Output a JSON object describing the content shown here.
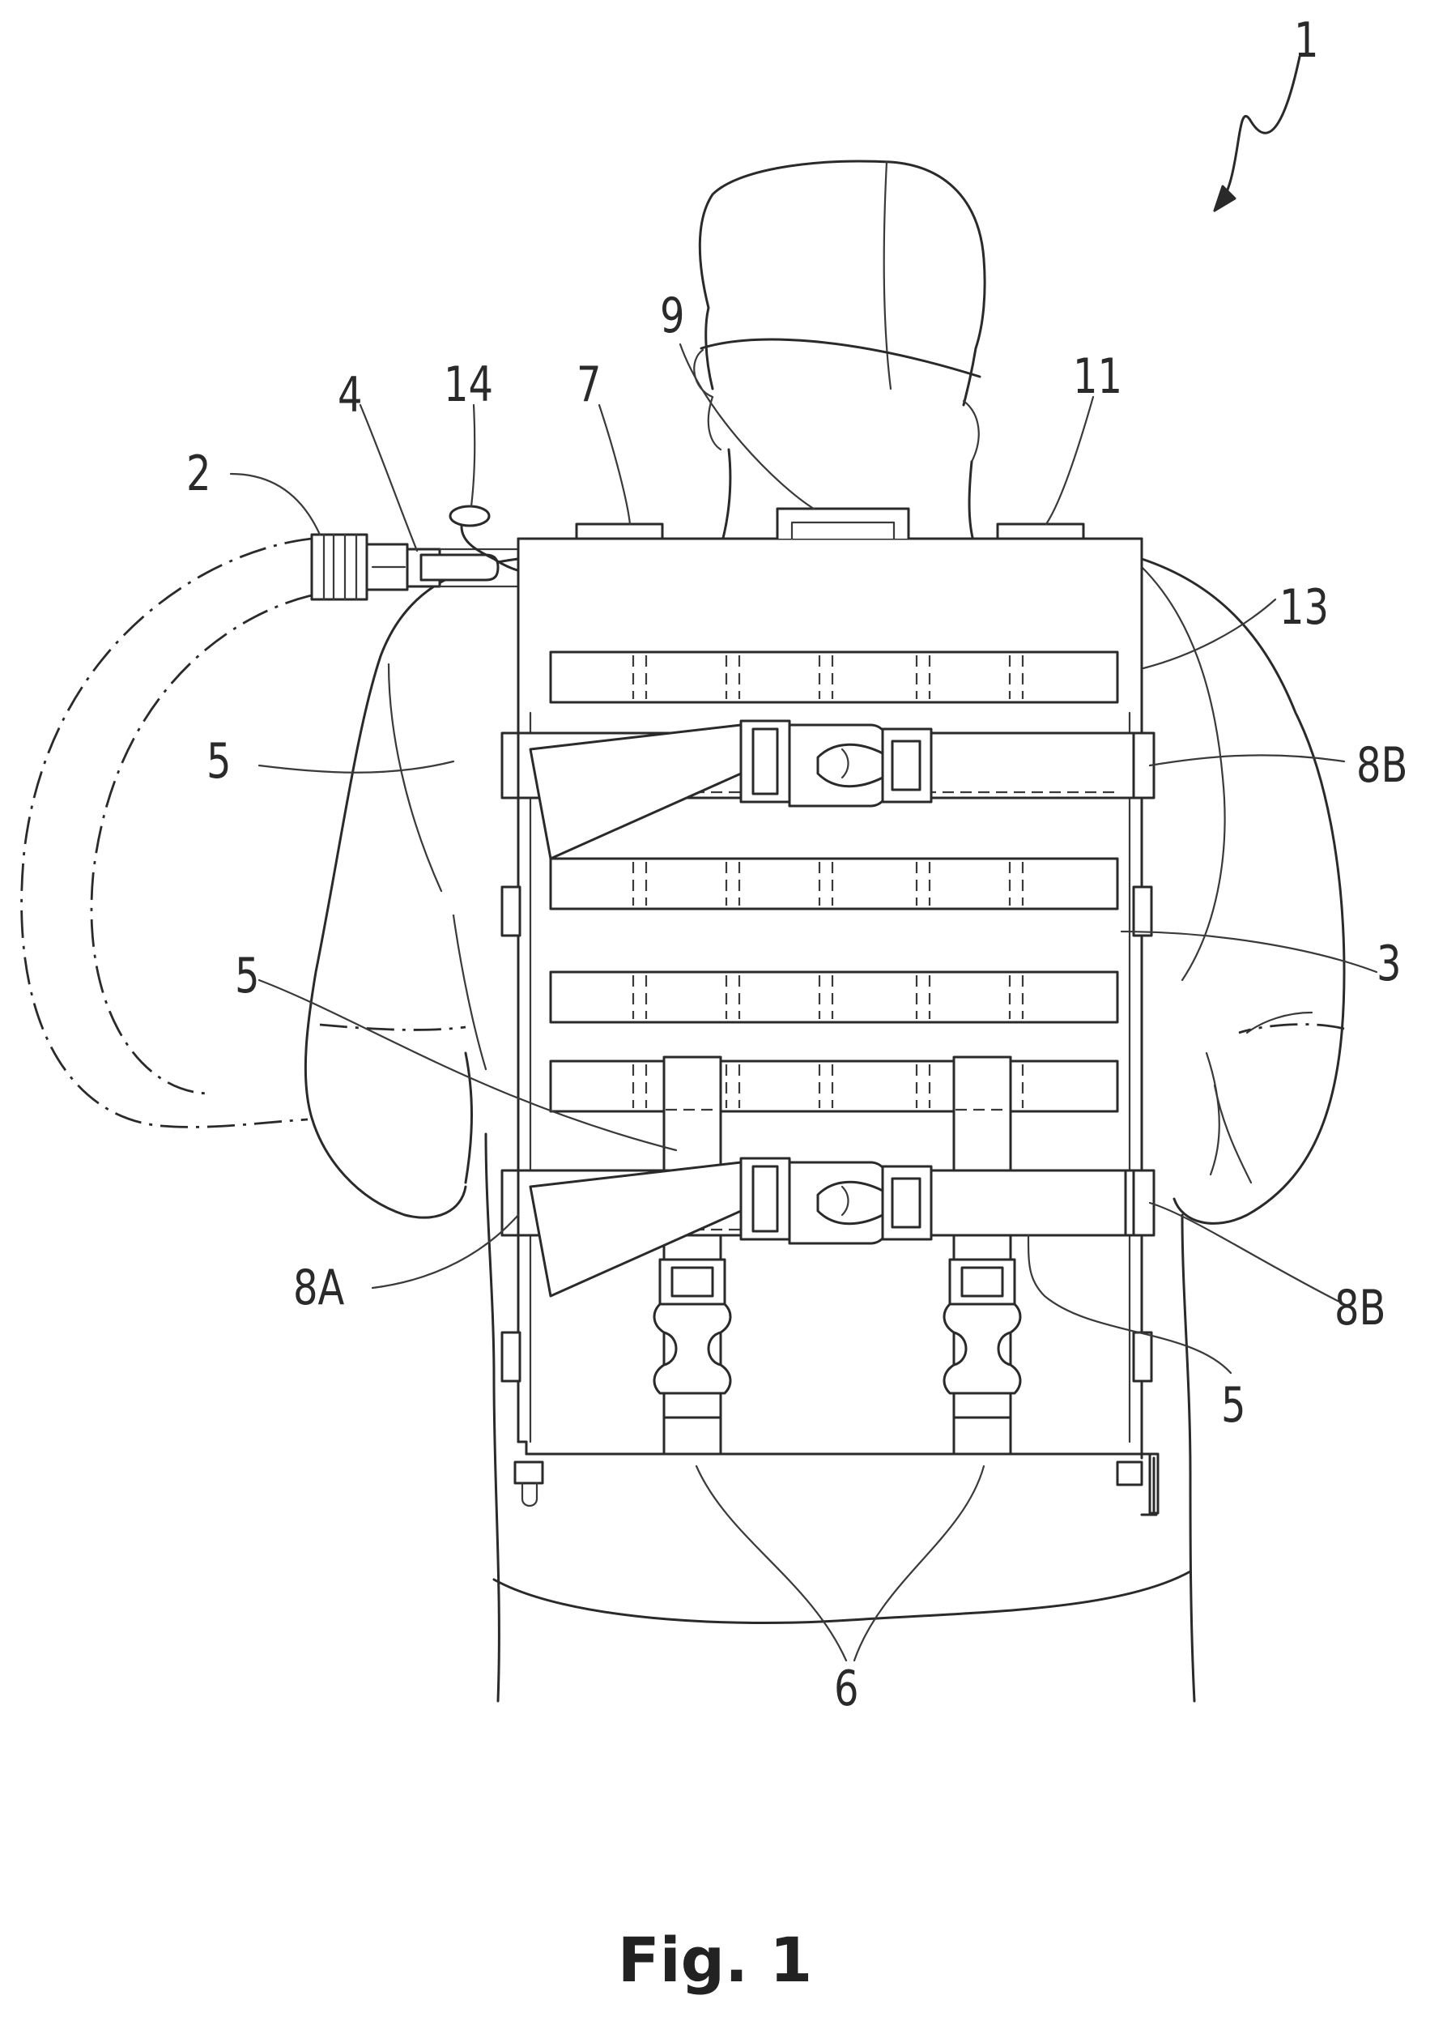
{
  "figure": {
    "caption": "Fig. 1",
    "labels": {
      "ref_1": "1",
      "ref_2": "2",
      "ref_3": "3",
      "ref_4": "4",
      "ref_5a": "5",
      "ref_5b": "5",
      "ref_5c": "5",
      "ref_6": "6",
      "ref_7": "7",
      "ref_8a": "8A",
      "ref_8b_top": "8B",
      "ref_8b_bottom": "8B",
      "ref_9": "9",
      "ref_11": "11",
      "ref_13": "13",
      "ref_14": "14"
    }
  }
}
